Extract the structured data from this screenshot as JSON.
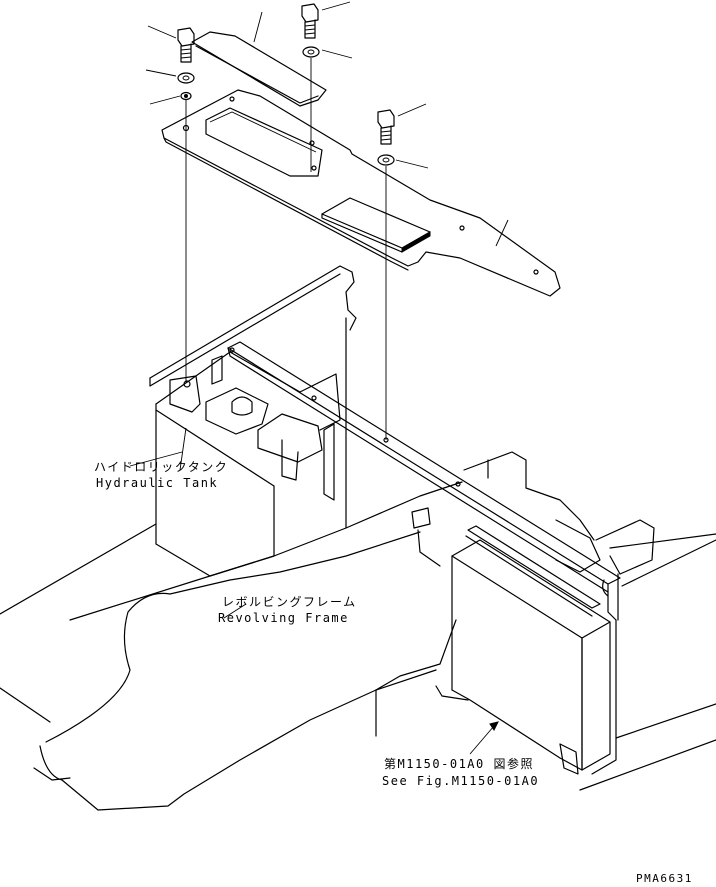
{
  "labels": {
    "hydraulic_tank_jp": "ハイドロリックタンク",
    "hydraulic_tank_en": "Hydraulic Tank",
    "revolving_frame_jp": "レボルビングフレーム",
    "revolving_frame_en": "Revolving Frame",
    "see_fig_jp": "第M1150-01A0 図参照",
    "see_fig_en": "See Fig.M1150-01A0",
    "drawing_code": "PMA6631"
  }
}
